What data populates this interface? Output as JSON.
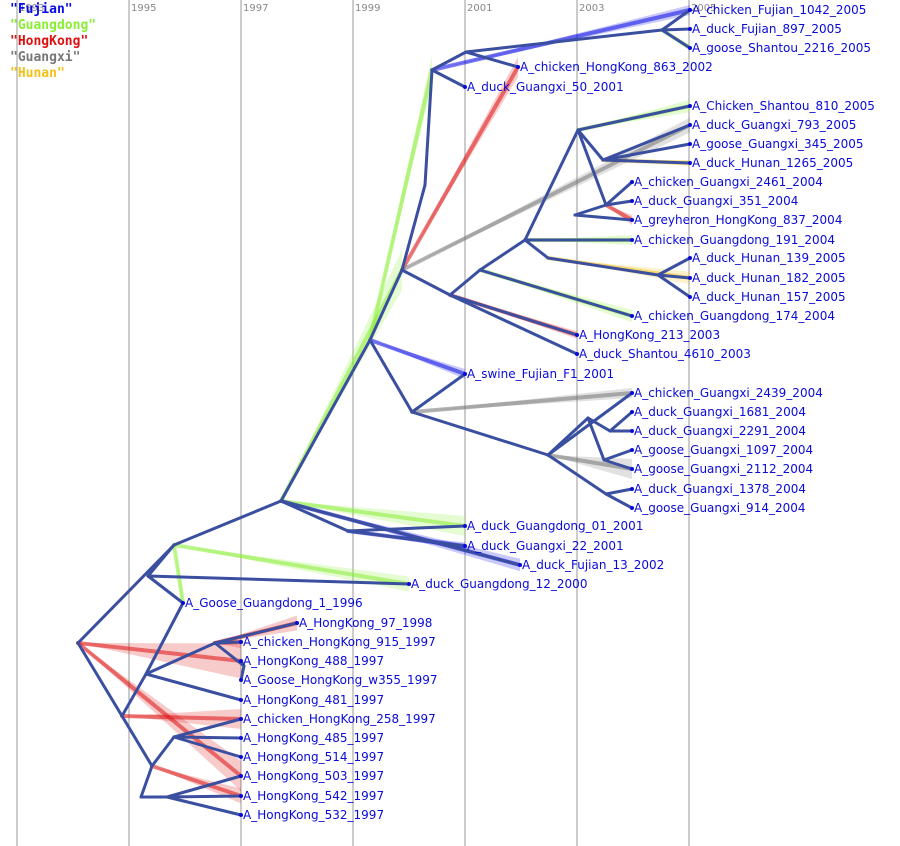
{
  "legend": [
    {
      "label": "\"Fujian\"",
      "color": "#0a0ae6"
    },
    {
      "label": "\"Guangdong\"",
      "color": "#88ee33"
    },
    {
      "label": "\"HongKong\"",
      "color": "#dd1111"
    },
    {
      "label": "\"Guangxi\"",
      "color": "#777777"
    },
    {
      "label": "\"Hunan\"",
      "color": "#f2c018"
    }
  ],
  "years": [
    "1993",
    "1995",
    "1997",
    "1999",
    "2001",
    "2003",
    "2005"
  ],
  "colors": {
    "tree": "#3a4fa0",
    "tip_label": "#0a0ad8",
    "grid": "#999999"
  },
  "tips": [
    "A_chicken_Fujian_1042_2005",
    "A_duck_Fujian_897_2005",
    "A_goose_Shantou_2216_2005",
    "A_chicken_HongKong_863_2002",
    "A_duck_Guangxi_50_2001",
    "A_Chicken_Shantou_810_2005",
    "A_duck_Guangxi_793_2005",
    "A_goose_Guangxi_345_2005",
    "A_duck_Hunan_1265_2005",
    "A_chicken_Guangxi_2461_2004",
    "A_duck_Guangxi_351_2004",
    "A_greyheron_HongKong_837_2004",
    "A_chicken_Guangdong_191_2004",
    "A_duck_Hunan_139_2005",
    "A_duck_Hunan_182_2005",
    "A_duck_Hunan_157_2005",
    "A_chicken_Guangdong_174_2004",
    "A_HongKong_213_2003",
    "A_duck_Shantou_4610_2003",
    "A_swine_Fujian_F1_2001",
    "A_chicken_Guangxi_2439_2004",
    "A_duck_Guangxi_1681_2004",
    "A_duck_Guangxi_2291_2004",
    "A_goose_Guangxi_1097_2004",
    "A_goose_Guangxi_2112_2004",
    "A_duck_Guangxi_1378_2004",
    "A_goose_Guangxi_914_2004",
    "A_duck_Guangdong_01_2001",
    "A_duck_Guangxi_22_2001",
    "A_duck_Fujian_13_2002",
    "A_duck_Guangdong_12_2000",
    "A_Goose_Guangdong_1_1996",
    "A_HongKong_97_1998",
    "A_chicken_HongKong_915_1997",
    "A_HongKong_488_1997",
    "A_Goose_HongKong_w355_1997",
    "A_HongKong_481_1997",
    "A_chicken_HongKong_258_1997",
    "A_HongKong_485_1997",
    "A_HongKong_514_1997",
    "A_HongKong_503_1997",
    "A_HongKong_542_1997",
    "A_HongKong_532_1997"
  ]
}
